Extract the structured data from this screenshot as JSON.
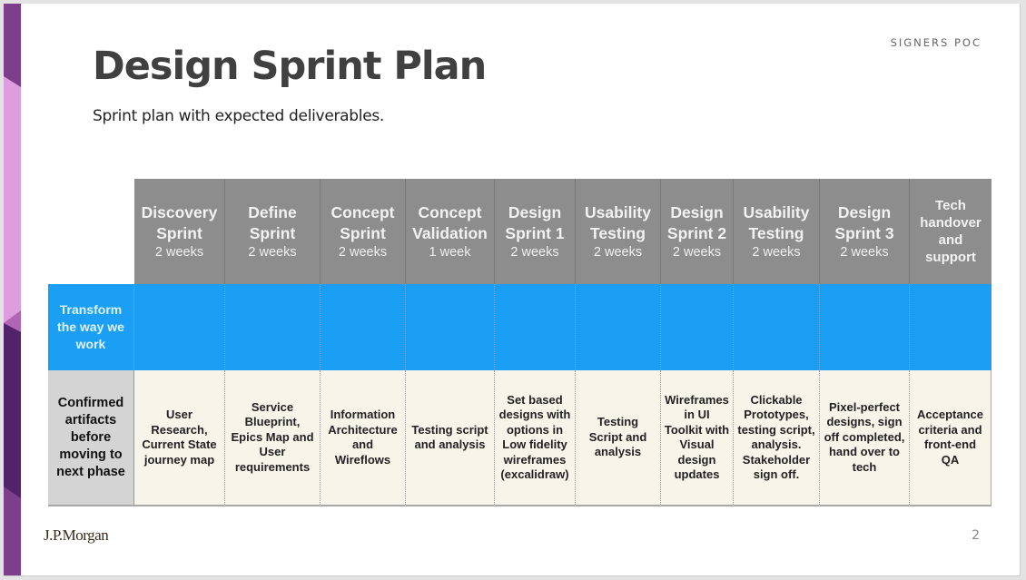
{
  "slide": {
    "title": "Design Sprint Plan",
    "subtitle": "Sprint plan with expected deliverables.",
    "tag": "SIGNERS POC",
    "logo": "J.P.Morgan",
    "page_number": "2",
    "colors": {
      "header_bg": "#8d8d8d",
      "goal_row_bg": "#1a9ff5",
      "artifact_row_bg": "#f7f4ea",
      "artifact_label_bg": "#d4d4d4",
      "stripe_dark": "#52236a",
      "stripe_mid": "#7d3f8c",
      "stripe_light": "#dd9ddf"
    }
  },
  "table": {
    "row_labels": {
      "goal": "Transform the way we work",
      "artifacts": "Confirmed artifacts before moving to next phase"
    },
    "phases": [
      {
        "name": "Discovery Sprint",
        "duration": "2 weeks",
        "artifact": "User Research, Current State journey map"
      },
      {
        "name": "Define Sprint",
        "duration": "2 weeks",
        "artifact": "Service Blueprint, Epics Map and User requirements"
      },
      {
        "name": "Concept Sprint",
        "duration": "2 weeks",
        "artifact": "Information Architecture and Wireflows"
      },
      {
        "name": "Concept Validation",
        "duration": "1 week",
        "artifact": "Testing script and analysis"
      },
      {
        "name": "Design Sprint 1",
        "duration": "2 weeks",
        "artifact": "Set based designs with options in Low fidelity wireframes (excalidraw)"
      },
      {
        "name": "Usability Testing",
        "duration": "2 weeks",
        "artifact": "Testing Script and analysis"
      },
      {
        "name": "Design Sprint 2",
        "duration": "2 weeks",
        "artifact": "Wireframes in UI Toolkit with Visual design updates"
      },
      {
        "name": "Usability Testing",
        "duration": "2 weeks",
        "artifact": "Clickable Prototypes, testing script, analysis. Stakeholder sign off."
      },
      {
        "name": "Design Sprint 3",
        "duration": "2 weeks",
        "artifact": "Pixel-perfect designs, sign off completed, hand over to tech"
      },
      {
        "name": "Tech handover and support",
        "duration": "",
        "artifact": "Acceptance criteria and front-end QA"
      }
    ]
  }
}
